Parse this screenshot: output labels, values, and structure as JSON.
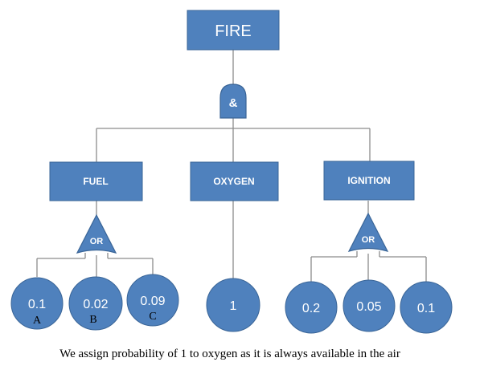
{
  "top_event": {
    "label": "FIRE"
  },
  "and_gate": {
    "symbol": "&"
  },
  "branches": [
    {
      "label": "FUEL",
      "gate": "OR"
    },
    {
      "label": "OXYGEN"
    },
    {
      "label": "IGNITION",
      "gate": "OR"
    }
  ],
  "fuel_events": [
    {
      "value": "0.1",
      "letter": "A"
    },
    {
      "value": "0.02",
      "letter": "B"
    },
    {
      "value": "0.09",
      "letter": "C"
    }
  ],
  "oxygen_event": {
    "value": "1"
  },
  "ignition_events": [
    {
      "value": "0.2"
    },
    {
      "value": "0.05"
    },
    {
      "value": "0.1"
    }
  ],
  "caption": "We assign probability of 1 to oxygen as it is always available in the air",
  "colors": {
    "node_fill": "#4f81bd",
    "connector": "#8c8c8c"
  }
}
